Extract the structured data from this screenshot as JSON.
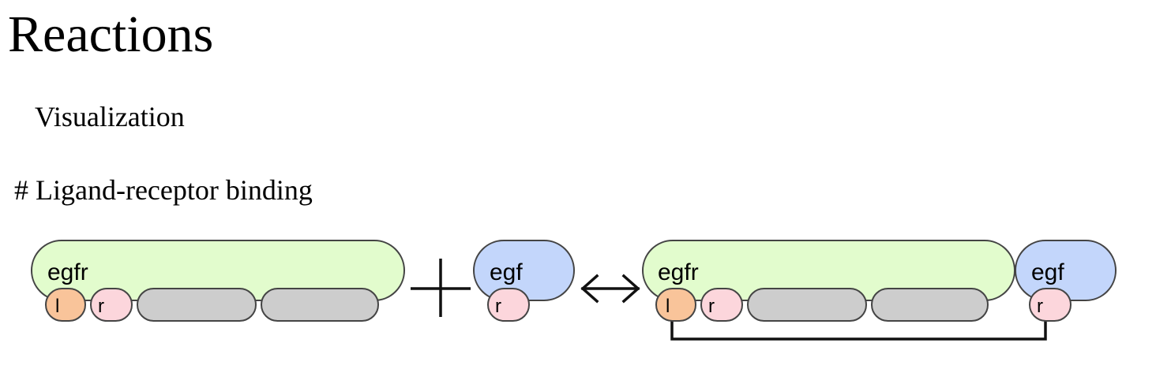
{
  "page": {
    "title": "Reactions",
    "subtitle": "Visualization",
    "comment": "# Ligand-receptor binding"
  },
  "colors": {
    "egfr_body": "#e2fccd",
    "egf_body": "#c3d6fb",
    "site_l": "#f9c49a",
    "site_r": "#fcd6dc",
    "site_empty": "#cdcdcd",
    "outline": "#444444"
  },
  "reaction": {
    "plus_symbol": "+",
    "arrow_symbol": "↔",
    "reactants": [
      {
        "molecule": "egfr",
        "sites": [
          "l",
          "r",
          "",
          ""
        ]
      },
      {
        "molecule": "egf",
        "sites": [
          "r"
        ]
      }
    ],
    "product": {
      "molecules": [
        {
          "molecule": "egfr",
          "sites": [
            "l",
            "r",
            "",
            ""
          ]
        },
        {
          "molecule": "egf",
          "sites": [
            "r"
          ]
        }
      ],
      "bond": "egfr.l — egf.r"
    }
  }
}
